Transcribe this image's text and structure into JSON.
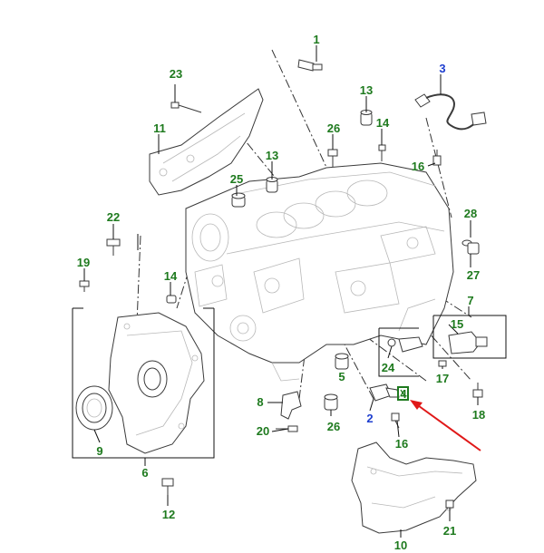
{
  "colors": {
    "callout_green": "#1e7a1e",
    "callout_blue": "#1f3fcf",
    "arrow_red": "#e01818",
    "highlight_box": "#1e7a1e"
  },
  "callouts": [
    {
      "id": "c1",
      "text": "1",
      "color": "green"
    },
    {
      "id": "c2",
      "text": "2",
      "color": "blue"
    },
    {
      "id": "c3",
      "text": "3",
      "color": "blue"
    },
    {
      "id": "c4",
      "text": "4",
      "color": "green"
    },
    {
      "id": "c5",
      "text": "5",
      "color": "green"
    },
    {
      "id": "c6",
      "text": "6",
      "color": "green"
    },
    {
      "id": "c7",
      "text": "7",
      "color": "green"
    },
    {
      "id": "c8",
      "text": "8",
      "color": "green"
    },
    {
      "id": "c9",
      "text": "9",
      "color": "green"
    },
    {
      "id": "c10",
      "text": "10",
      "color": "green"
    },
    {
      "id": "c11",
      "text": "11",
      "color": "green"
    },
    {
      "id": "c12",
      "text": "12",
      "color": "green"
    },
    {
      "id": "c13a",
      "text": "13",
      "color": "green"
    },
    {
      "id": "c13b",
      "text": "13",
      "color": "green"
    },
    {
      "id": "c14a",
      "text": "14",
      "color": "green"
    },
    {
      "id": "c14b",
      "text": "14",
      "color": "green"
    },
    {
      "id": "c15",
      "text": "15",
      "color": "green"
    },
    {
      "id": "c16a",
      "text": "16",
      "color": "green"
    },
    {
      "id": "c16b",
      "text": "16",
      "color": "green"
    },
    {
      "id": "c17",
      "text": "17",
      "color": "green"
    },
    {
      "id": "c18",
      "text": "18",
      "color": "green"
    },
    {
      "id": "c19",
      "text": "19",
      "color": "green"
    },
    {
      "id": "c20",
      "text": "20",
      "color": "green"
    },
    {
      "id": "c21",
      "text": "21",
      "color": "green"
    },
    {
      "id": "c22",
      "text": "22",
      "color": "green"
    },
    {
      "id": "c23",
      "text": "23",
      "color": "green"
    },
    {
      "id": "c24",
      "text": "24",
      "color": "green"
    },
    {
      "id": "c25",
      "text": "25",
      "color": "green"
    },
    {
      "id": "c26a",
      "text": "26",
      "color": "green"
    },
    {
      "id": "c26b",
      "text": "26",
      "color": "green"
    },
    {
      "id": "c27",
      "text": "27",
      "color": "green"
    },
    {
      "id": "c28",
      "text": "28",
      "color": "green"
    }
  ]
}
